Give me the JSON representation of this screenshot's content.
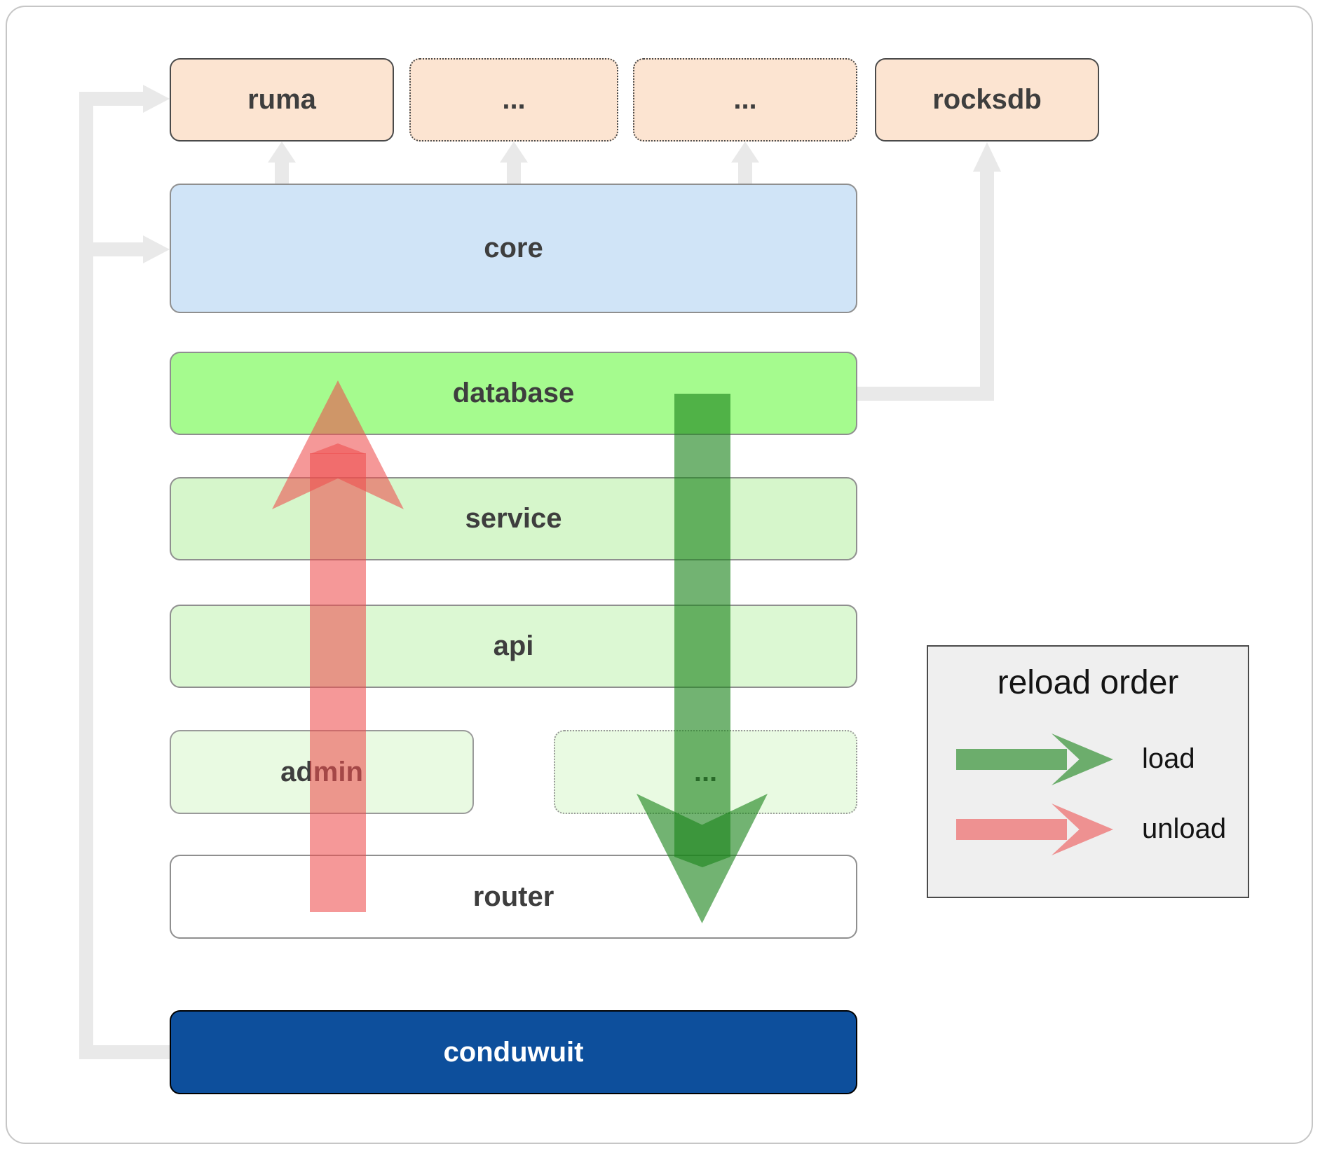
{
  "boxes": {
    "ruma": "ruma",
    "ellipsis_1": "...",
    "ellipsis_2": "...",
    "rocksdb": "rocksdb",
    "core": "core",
    "database": "database",
    "service": "service",
    "api": "api",
    "admin": "admin",
    "ellipsis_3": "...",
    "router": "router",
    "conduwuit": "conduwuit"
  },
  "legend": {
    "title": "reload order",
    "load_label": "load",
    "unload_label": "unload"
  },
  "colors": {
    "load_arrow": "#1b841b",
    "unload_arrow": "#ed4e4e",
    "dependency_box_bg": "#fce4d1",
    "core_bg": "#d0e4f7",
    "database_bg": "#a5fb8e",
    "service_bg": "#d6f6cb",
    "api_bg": "#dcf8d3",
    "admin_bg": "#e9fae2",
    "router_bg": "#ffffff",
    "conduwuit_bg": "#0d4f9c",
    "connector": "#e9e9e9",
    "legend_bg": "#efefef"
  }
}
